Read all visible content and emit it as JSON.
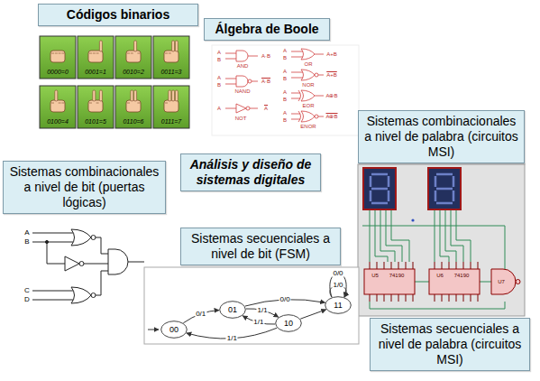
{
  "diagram": {
    "nodes": [
      {
        "text": [
          "Códigos binarios"
        ]
      },
      {
        "text": [
          "Álgebra de Boole"
        ]
      },
      {
        "text": [
          "Sistemas combinacionales a nivel de palabra (circuitos MSI)"
        ]
      },
      {
        "text": [
          "Sistemas combinacionales a nivel de bit (puertas lógicas)"
        ]
      },
      {
        "text": [
          "Análisis y diseño de sistemas digitales"
        ]
      },
      {
        "text": [
          "Sistemas secuenciales a nivel de bit (FSM)"
        ]
      },
      {
        "text": [
          "00"
        ]
      },
      {
        "text": [
          "01"
        ]
      },
      {
        "text": [
          "10"
        ]
      },
      {
        "text": [
          "11"
        ]
      },
      {
        "text": [
          "Sistemas secuenciales a nivel de palabra (circuitos MSI)"
        ]
      }
    ],
    "edges": [
      {
        "from": 6,
        "to": 7,
        "label": "0/1",
        "arrow": "to"
      },
      {
        "from": 7,
        "to": 8,
        "label": "1/1",
        "arrow": "to"
      },
      {
        "from": 8,
        "to": 7,
        "label": "1/1",
        "arrow": "to"
      },
      {
        "from": 8,
        "to": 6,
        "label": "1/1",
        "arrow": "to"
      },
      {
        "from": 7,
        "to": 9,
        "label": "0/0",
        "arrow": "to"
      },
      {
        "from": 8,
        "to": 9,
        "arrow": "to"
      },
      {
        "from": 9,
        "to": 9,
        "label": "1/0",
        "arrow": "to"
      },
      {
        "from": 9,
        "to": 9,
        "label": "0/0",
        "arrow": "to"
      }
    ],
    "labels": [
      "0000=0",
      "0001=1",
      "0010=2",
      "0011=3",
      "0100=4",
      "0101=5",
      "0110=6",
      "0111=7",
      "A",
      "B",
      "AND",
      "A·B",
      "A",
      "B",
      "NAND",
      "A·B",
      "A",
      "NOT",
      "A",
      "A",
      "B",
      "OR",
      "A+B",
      "A",
      "B",
      "NOR",
      "A+B",
      "A",
      "B",
      "EOR",
      "A⊕B",
      "A",
      "B",
      "ENOR",
      "A⊕B",
      "A",
      "B",
      "C",
      "D",
      "U5",
      "74190",
      "U6",
      "74190",
      "U7"
    ]
  }
}
